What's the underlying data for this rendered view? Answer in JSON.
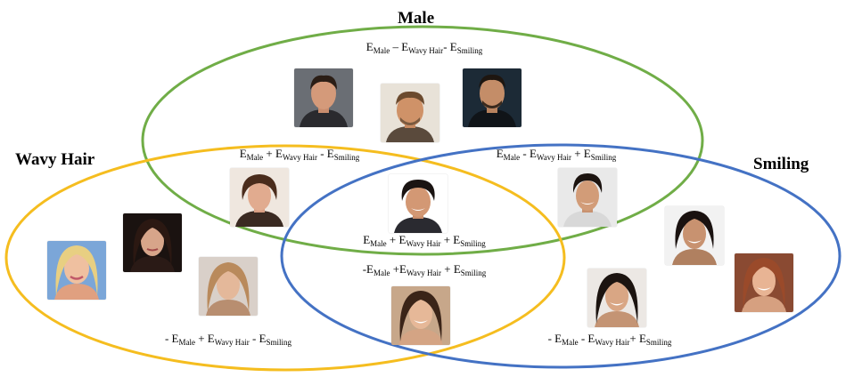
{
  "sets": {
    "male": {
      "title": "Male",
      "color": "#70AD47"
    },
    "wavy": {
      "title": "Wavy Hair",
      "color": "#F5BD1F"
    },
    "smiling": {
      "title": "Smiling",
      "color": "#4472C4"
    }
  },
  "regions": [
    {
      "id": "male-only",
      "parts": [
        {
          "s": "",
          "t": "E"
        },
        {
          "s": "Male",
          "t": " – E"
        },
        {
          "s": "Wavy Hair",
          "t": "- E"
        },
        {
          "s": "Smiling",
          "t": ""
        }
      ]
    },
    {
      "id": "male-wavy",
      "parts": [
        {
          "s": "",
          "t": "E"
        },
        {
          "s": "Male",
          "t": " + E"
        },
        {
          "s": "Wavy Hair",
          "t": " - E"
        },
        {
          "s": "Smiling",
          "t": ""
        }
      ]
    },
    {
      "id": "male-smiling",
      "parts": [
        {
          "s": "",
          "t": "E"
        },
        {
          "s": "Male",
          "t": " - E"
        },
        {
          "s": "Wavy Hair",
          "t": " + E"
        },
        {
          "s": "Smiling",
          "t": ""
        }
      ]
    },
    {
      "id": "all-three",
      "parts": [
        {
          "s": "",
          "t": "E"
        },
        {
          "s": "Male",
          "t": " + E"
        },
        {
          "s": "Wavy Hair",
          "t": " + E"
        },
        {
          "s": "Smiling",
          "t": ""
        }
      ]
    },
    {
      "id": "wavy-smiling",
      "parts": [
        {
          "s": "",
          "t": "-E"
        },
        {
          "s": "Male",
          "t": " +E"
        },
        {
          "s": "Wavy Hair",
          "t": " + E"
        },
        {
          "s": "Smiling",
          "t": ""
        }
      ]
    },
    {
      "id": "wavy-only",
      "parts": [
        {
          "s": "",
          "t": "- E"
        },
        {
          "s": "Male",
          "t": " + E"
        },
        {
          "s": "Wavy Hair",
          "t": " - E"
        },
        {
          "s": "Smiling",
          "t": ""
        }
      ]
    },
    {
      "id": "smiling-only",
      "parts": [
        {
          "s": "",
          "t": "- E"
        },
        {
          "s": "Male",
          "t": " - E"
        },
        {
          "s": "Wavy Hair",
          "t": "+ E"
        },
        {
          "s": "Smiling",
          "t": ""
        }
      ]
    }
  ]
}
